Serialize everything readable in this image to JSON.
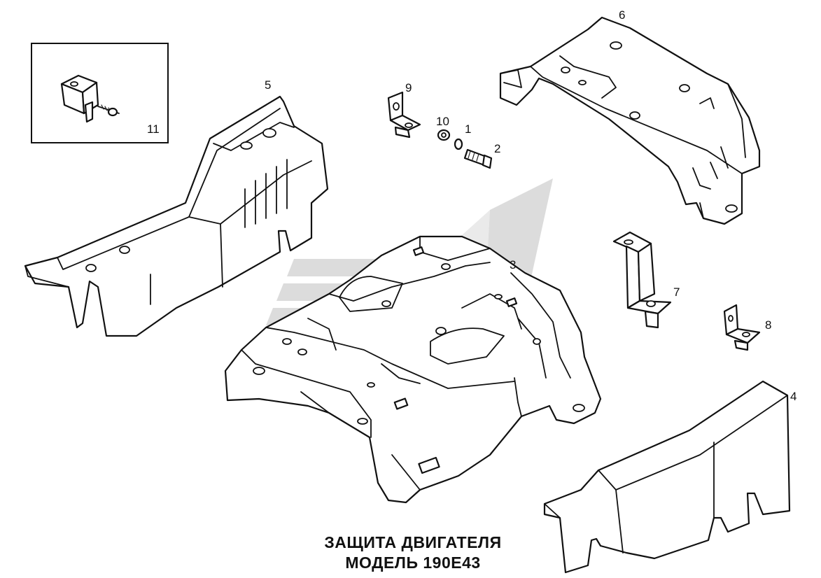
{
  "title_lines": [
    "ЗАЩИТА ДВИГАТЕЛЯ",
    "МОДЕЛЬ 190E43"
  ],
  "callouts": {
    "c1": "1",
    "c2": "2",
    "c3": "3",
    "c4": "4",
    "c5": "5",
    "c6": "6",
    "c7": "7",
    "c8": "8",
    "c9": "9",
    "c10": "10",
    "c11": "11"
  },
  "colors": {
    "line": "#111111",
    "watermark": "#d9d9d9",
    "background": "#ffffff"
  }
}
